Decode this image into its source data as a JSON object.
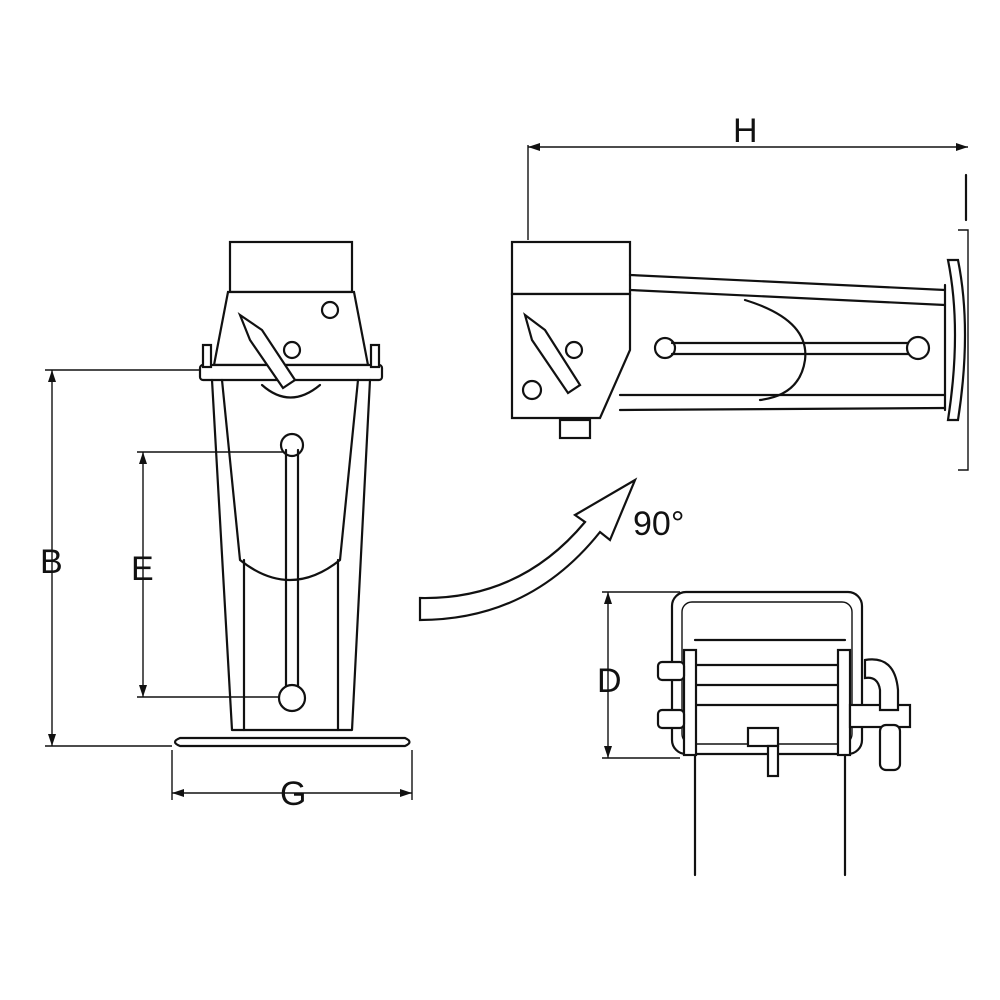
{
  "diagram": {
    "dimension_labels": {
      "B": "B",
      "E": "E",
      "G": "G",
      "H": "H",
      "D": "D"
    },
    "rotation_label": "90°",
    "colors": {
      "line": "#111111",
      "background": "#ffffff"
    }
  }
}
